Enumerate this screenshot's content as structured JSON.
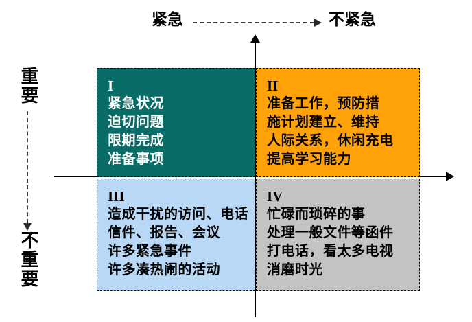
{
  "axes": {
    "top": {
      "left_label": "紧急",
      "right_label": "不紧急"
    },
    "left": {
      "top_label": "重要",
      "bottom_label": "不重要"
    }
  },
  "quadrants": [
    {
      "numeral": "I",
      "lines": [
        "紧急状况",
        "迫切问题",
        "限期完成",
        "准备事项"
      ]
    },
    {
      "numeral": "II",
      "lines": [
        "准备工作，预防措",
        "施计划建立、维持",
        "人际关系，休闲充电",
        "提高学习能力"
      ]
    },
    {
      "numeral": "III",
      "lines": [
        "造成干扰的访问、电话",
        "信件、报告、会议",
        "许多紧急事件",
        "许多凑热闹的活动"
      ]
    },
    {
      "numeral": "IV",
      "lines": [
        "忙碌而琐碎的事",
        "处理一般文件等函件",
        "打电话，看太多电视",
        "消磨时光"
      ]
    }
  ],
  "colors": {
    "quadrant_1_bg": "#0A6C66",
    "quadrant_1_text": "#FFFFFF",
    "quadrant_2_bg": "#FFA207",
    "quadrant_3_bg": "#B9D8F5",
    "quadrant_4_bg": "#C3C3C3",
    "axis": "#000000",
    "dashed_arrow": "#3F3F3F"
  }
}
